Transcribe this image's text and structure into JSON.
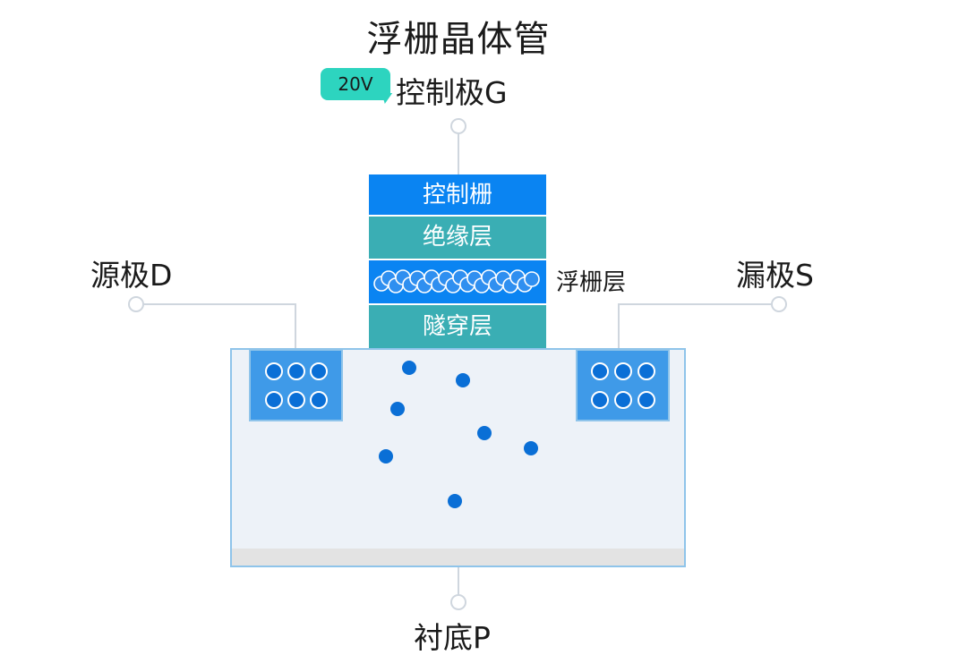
{
  "title": "浮栅晶体管",
  "voltage_badge": "20V",
  "terminals": {
    "gate": "控制极G",
    "source": "源极D",
    "drain": "漏极S",
    "substrate": "衬底P"
  },
  "layers": {
    "control_gate": "控制栅",
    "insulation": "绝缘层",
    "floating_gate": "浮栅层",
    "tunnel": "隧穿层"
  },
  "colors": {
    "gate_blue": "#0a84f2",
    "teal_layer": "#3aaeb4",
    "badge": "#2dd4bf",
    "well_blue": "#3f9ae8",
    "electron": "#0a6fd6",
    "substrate": "#edf2f8"
  }
}
